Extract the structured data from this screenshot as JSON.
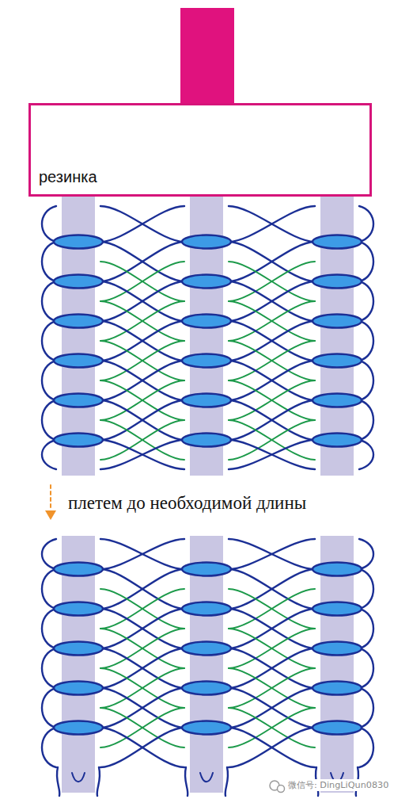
{
  "diagram": {
    "nodes": [
      {
        "text": [
          "резинка"
        ]
      }
    ],
    "labels": [
      "плетем до необходимой длины",
      "微信号: DingLiQun0830"
    ]
  }
}
